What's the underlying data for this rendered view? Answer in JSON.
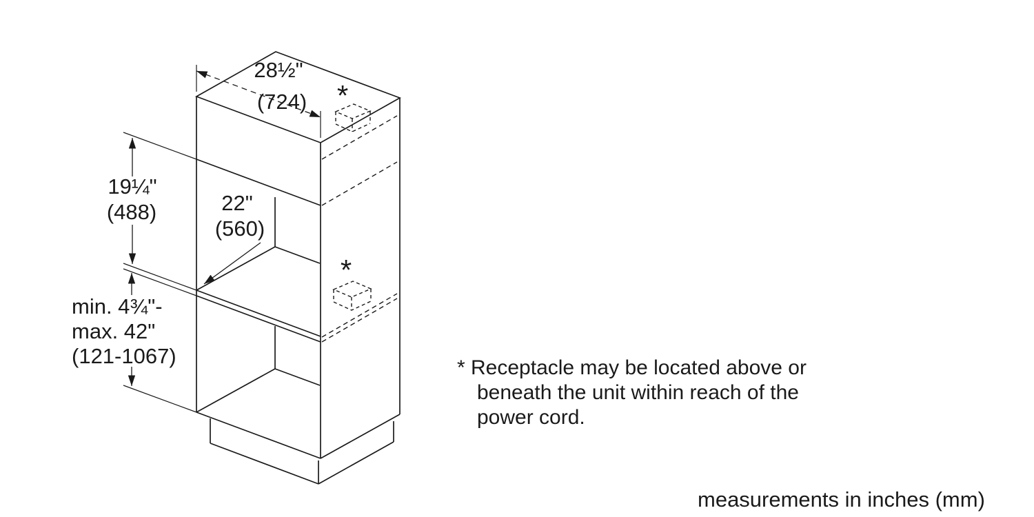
{
  "diagram": {
    "dimensions": {
      "width": {
        "inches": "28½\"",
        "mm": "(724)"
      },
      "cutout_height": {
        "inches": "19¼\"",
        "mm": "(488)"
      },
      "depth": {
        "inches": "22\"",
        "mm": "(560)"
      },
      "bottom_clearance": {
        "line1": "min. 4¾\"-",
        "line2": "max. 42\"",
        "mm": "(121-1067)"
      }
    },
    "markers": {
      "receptacle": "*"
    }
  },
  "note": {
    "lines": [
      "* Receptacle may be located above or",
      "beneath the unit within reach of the",
      "power cord."
    ]
  },
  "footer": {
    "units_note": "measurements in inches (mm)"
  }
}
